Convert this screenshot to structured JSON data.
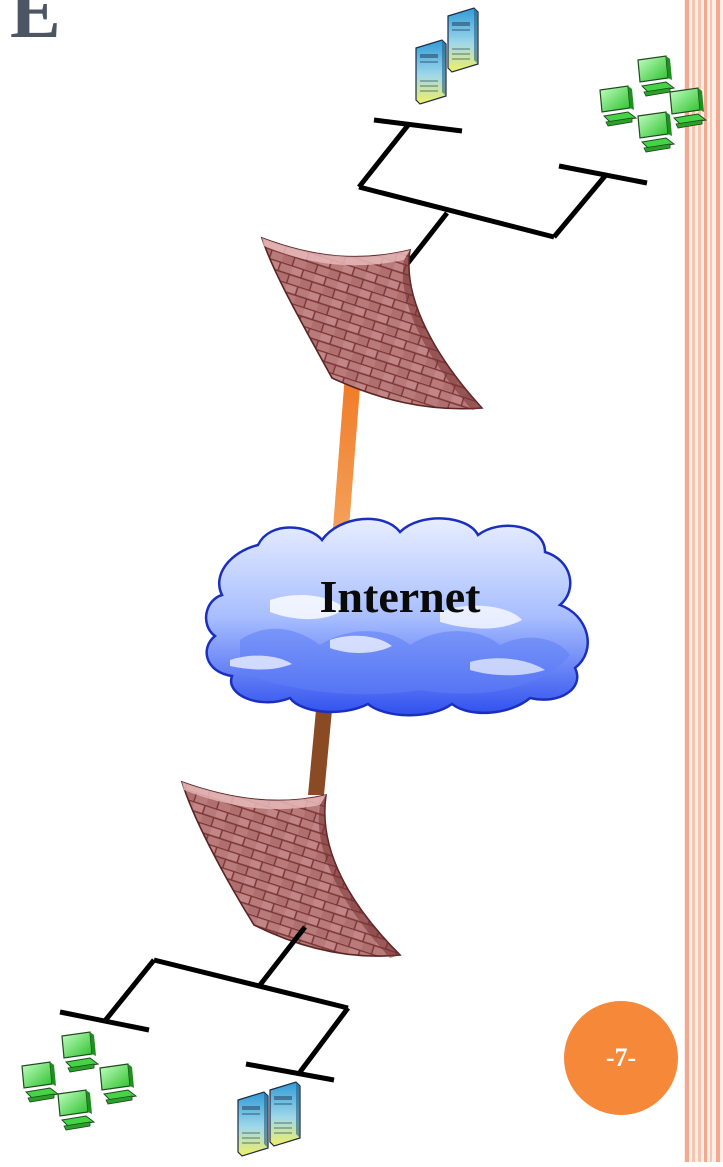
{
  "slide": {
    "title_fragment": "E",
    "page_number": "-7-"
  },
  "diagram": {
    "cloud": {
      "label": "Internet"
    },
    "colors": {
      "cloud_light": "#f1f5ff",
      "cloud_mid": "#8aa8ff",
      "cloud_dark": "#2f50ee",
      "firewall_brick": "#b97a7a",
      "firewall_mortar": "#7a3434",
      "upper_link": "#f0883a",
      "lower_link": "#8a4a24",
      "network_line": "#000000",
      "workstation": "#3fd13f",
      "server": "#36a6dc",
      "right_border": "#f2a98f",
      "page_badge": "#f6883a"
    },
    "icons": [
      "server-cluster-icon",
      "workstation-cluster-icon",
      "firewall-icon",
      "cloud-icon"
    ]
  }
}
